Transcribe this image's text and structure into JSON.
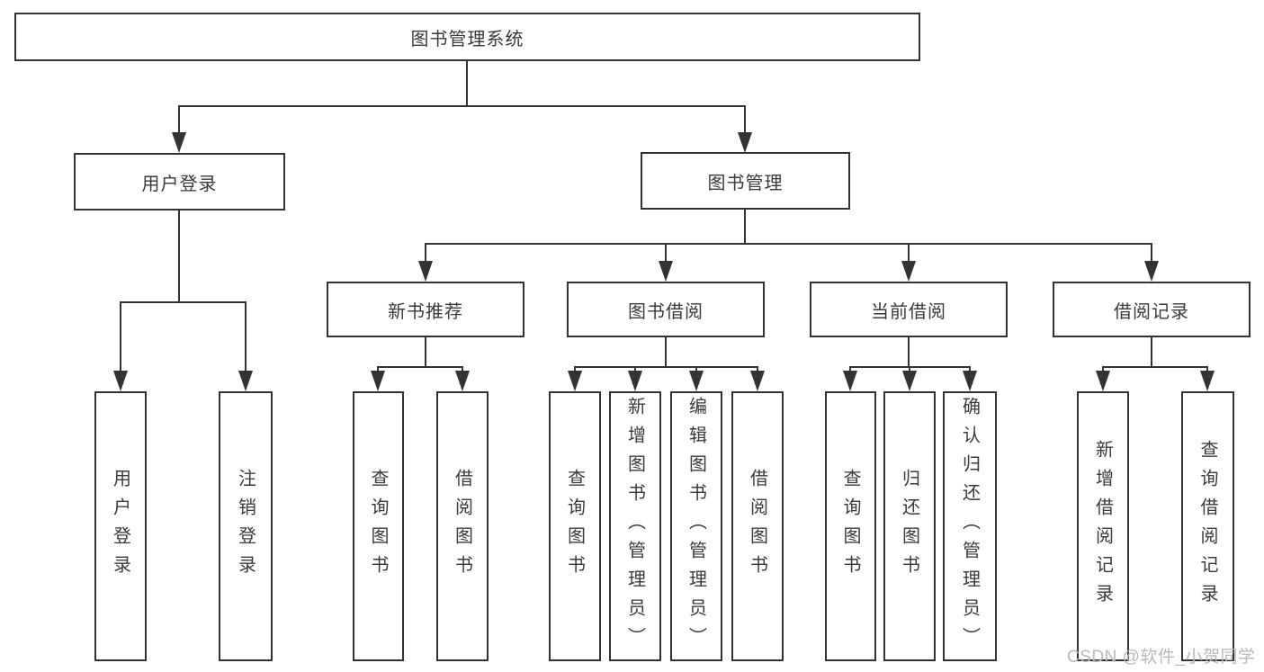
{
  "colors": {
    "line": "#333333",
    "border": "#333333",
    "text": "#3a3a3a",
    "watermark": "#b9b9b9",
    "background": "#ffffff"
  },
  "watermark": {
    "text": "CSDN @软件_小贺同学"
  },
  "tree": {
    "root": {
      "label": "图书管理系统"
    },
    "branches": [
      {
        "label": "用户登录",
        "children": [
          {
            "label": "用户登录"
          },
          {
            "label": "注销登录"
          }
        ]
      },
      {
        "label": "图书管理",
        "children": [
          {
            "label": "新书推荐",
            "children": [
              {
                "label": "查询图书"
              },
              {
                "label": "借阅图书"
              }
            ]
          },
          {
            "label": "图书借阅",
            "children": [
              {
                "label": "查询图书"
              },
              {
                "label": "新增图书（管理员）"
              },
              {
                "label": "编辑图书（管理员）"
              },
              {
                "label": "借阅图书"
              }
            ]
          },
          {
            "label": "当前借阅",
            "children": [
              {
                "label": "查询图书"
              },
              {
                "label": "归还图书"
              },
              {
                "label": "确认归还（管理员）"
              }
            ]
          },
          {
            "label": "借阅记录",
            "children": [
              {
                "label": "新增借阅记录"
              },
              {
                "label": "查询借阅记录"
              }
            ]
          }
        ]
      }
    ]
  }
}
